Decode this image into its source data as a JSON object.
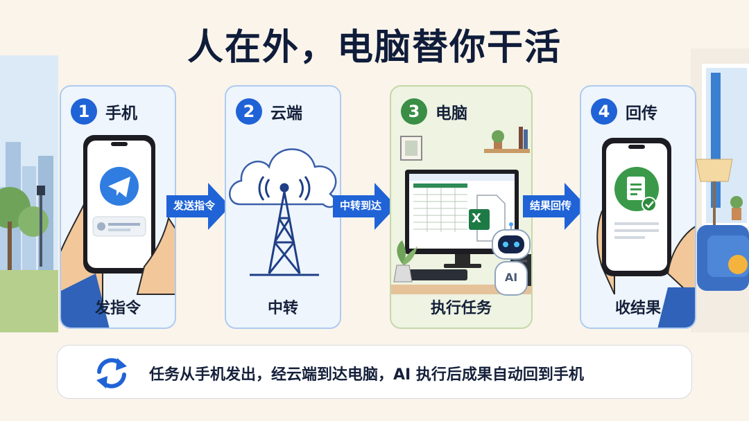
{
  "title": "人在外，电脑替你干活",
  "steps": [
    {
      "num": "1",
      "title": "手机",
      "caption": "发指令"
    },
    {
      "num": "2",
      "title": "云端",
      "caption": "中转"
    },
    {
      "num": "3",
      "title": "电脑",
      "caption": "执行任务"
    },
    {
      "num": "4",
      "title": "回传",
      "caption": "收结果"
    }
  ],
  "arrows": [
    "发送指令",
    "中转到达",
    "结果回传"
  ],
  "robot_label": "AI",
  "excel_label": "X",
  "summary": "任务从手机发出，经云端到达电脑，AI 执行后成果自动回到手机",
  "colors": {
    "accent": "#1f63d6",
    "green": "#3a8e45",
    "excel": "#1e7a45"
  },
  "icons": [
    "telegram-icon",
    "cloud-icon",
    "antenna-tower-icon",
    "monitor-icon",
    "excel-icon",
    "robot-icon",
    "document-check-icon",
    "refresh-icon"
  ]
}
